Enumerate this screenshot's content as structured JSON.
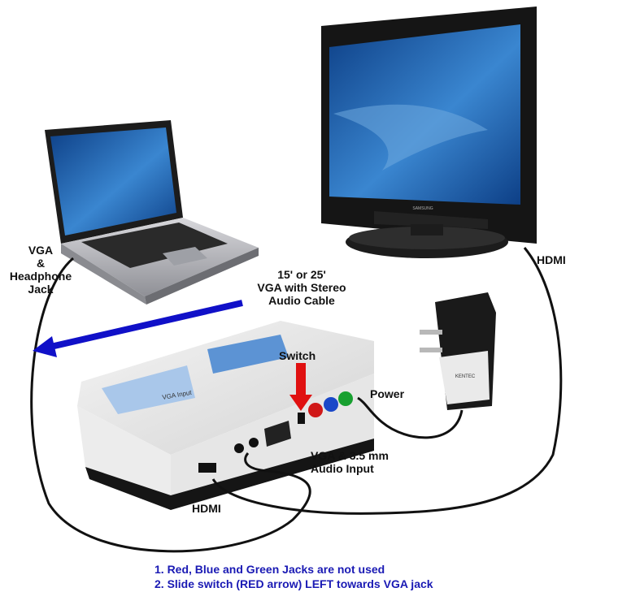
{
  "labels": {
    "laptop_port": [
      "VGA",
      "&",
      "Headphone",
      "Jack"
    ],
    "cable": [
      "15' or 25'",
      "VGA with Stereo",
      "Audio Cable"
    ],
    "tv_port": "HDMI",
    "switch": "Switch",
    "power": "Power",
    "audio_input": [
      "VGA & 3.5 mm",
      "Audio Input"
    ],
    "box_hdmi": "HDMI"
  },
  "devices": {
    "tv_brand": "SAMSUNG",
    "adapter_brand": "KENTEC",
    "converter_label": "VGA Input"
  },
  "notes": [
    "1. Red, Blue and Green Jacks are not used",
    "2. Slide switch (RED arrow) LEFT towards VGA jack"
  ],
  "colors": {
    "arrow_blue": "#1010c8",
    "switch_arrow": "#e01010",
    "notes_text": "#1a1ab4",
    "screen": "#2a6fb8"
  }
}
